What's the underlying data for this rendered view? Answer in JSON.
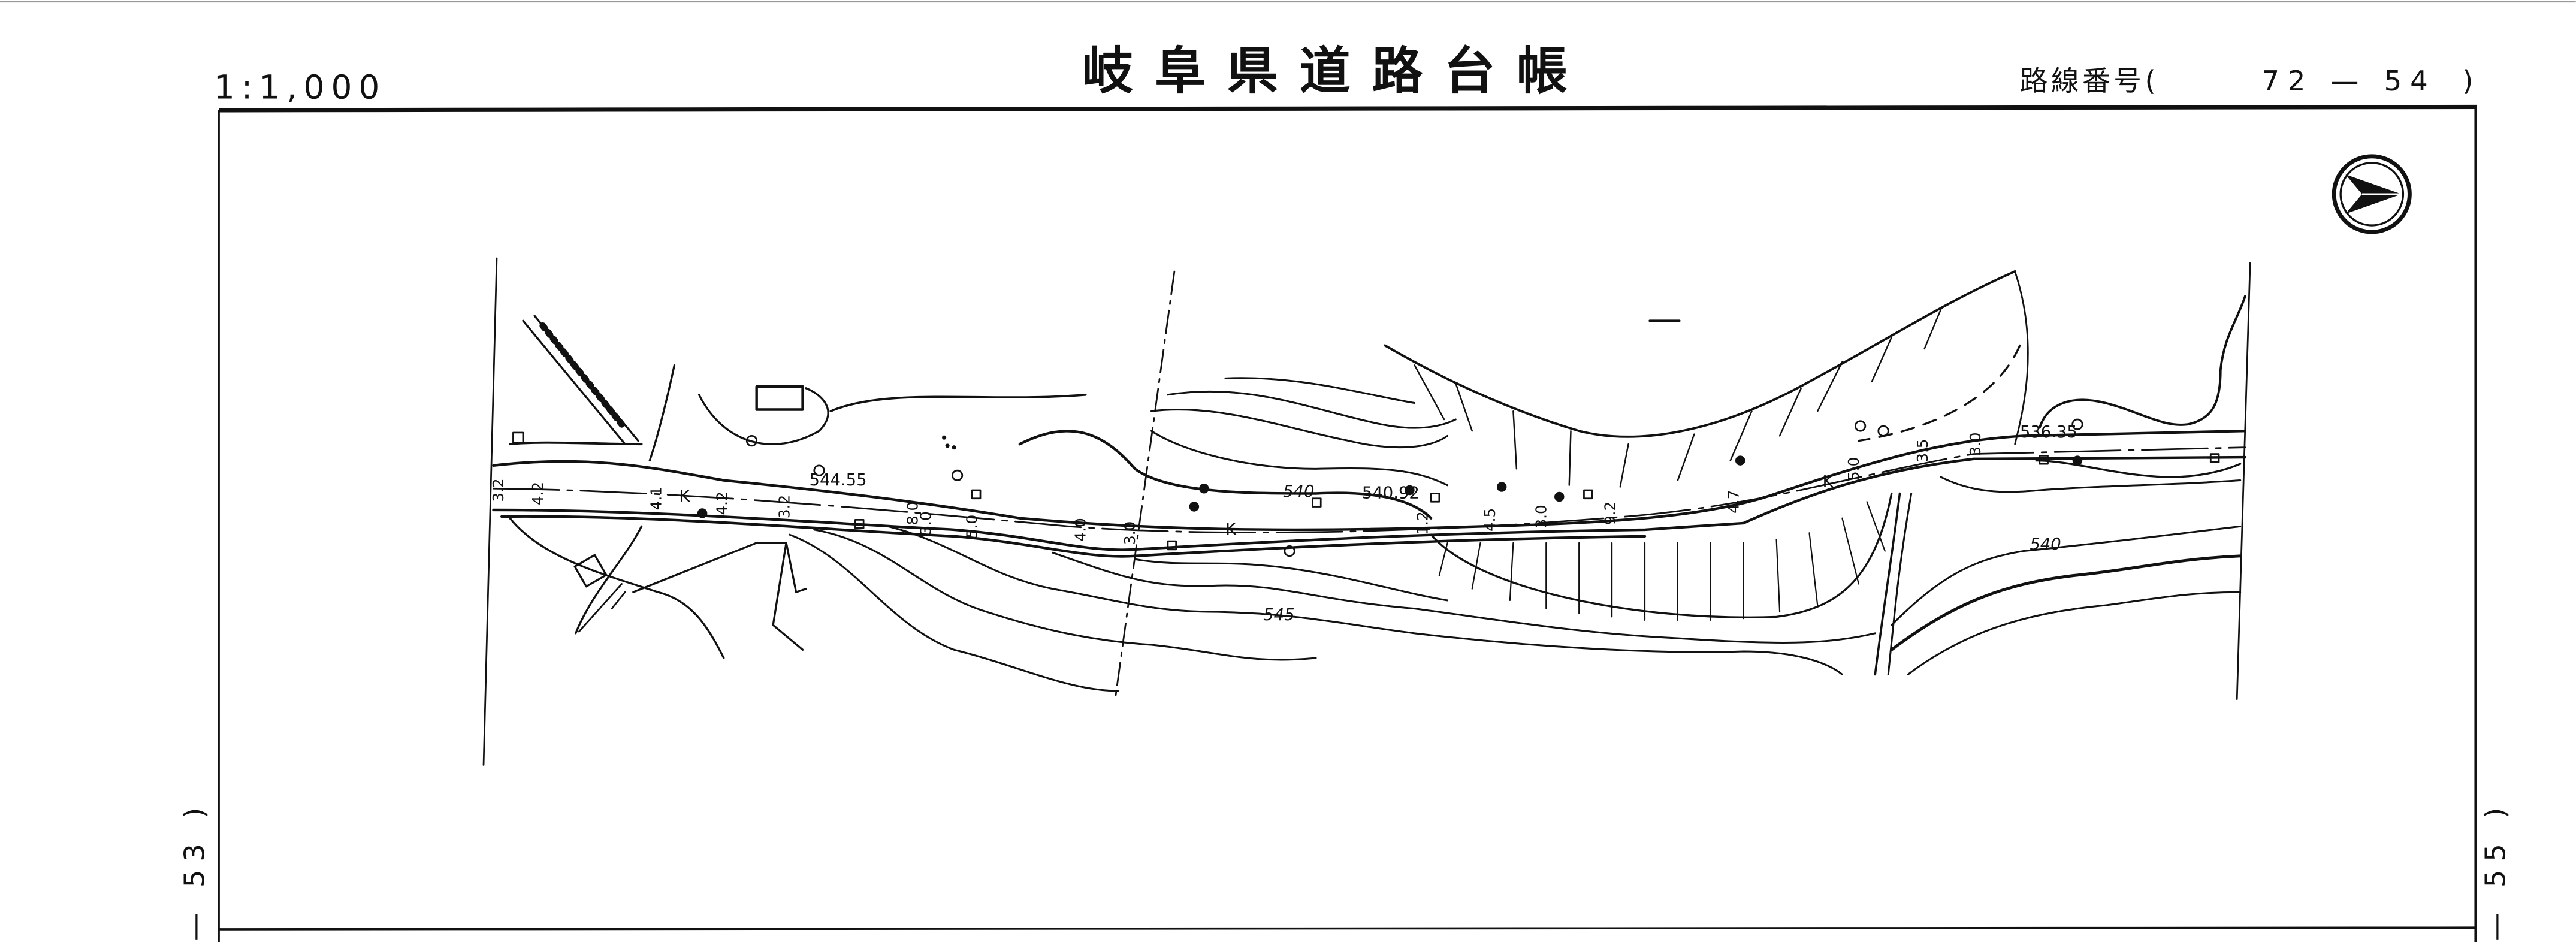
{
  "header": {
    "title": "岐阜県道路台帳",
    "scale": "1:1,000",
    "route_label": "路線番号(",
    "route_number": "72 — 54",
    "route_close": ")"
  },
  "sheet": {
    "left_adjacent": "— 53 )",
    "right_adjacent": "— 55 )"
  },
  "map": {
    "north_arrow_icon": "north-arrow-icon",
    "elevations": [
      "544.55",
      "540.92",
      "536.35"
    ],
    "contour_labels": [
      "540",
      "545",
      "540"
    ],
    "road_marks": [
      "K",
      "K",
      "K"
    ],
    "road_widths": [
      "3.2",
      "4.2",
      "4.1",
      "4.2",
      "3.2",
      "8.0",
      "3.0",
      "5.0",
      "4.0",
      "3.0",
      "1.2",
      "4.5",
      "3.0",
      "9.2",
      "4.7",
      "5.0",
      "3.5",
      "3.0"
    ],
    "colors": {
      "ink": "#111111",
      "paper": "#ffffff"
    }
  }
}
